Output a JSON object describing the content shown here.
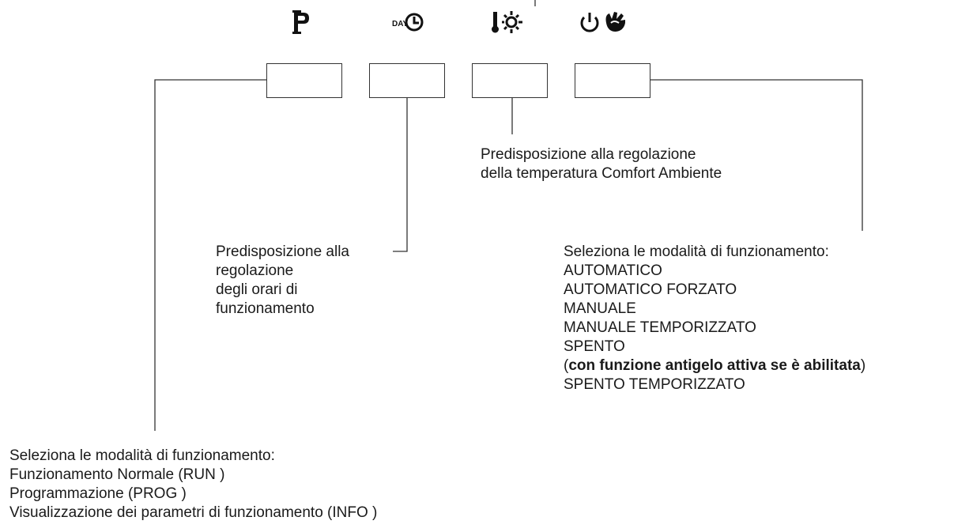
{
  "icons": [
    {
      "name": "prog-p-icon"
    },
    {
      "name": "day-clock-icon",
      "text": "DAY"
    },
    {
      "name": "thermometer-sun-icon"
    },
    {
      "name": "power-hand-icon"
    }
  ],
  "callouts": {
    "temperature": {
      "line1": "Predisposizione alla regolazione",
      "line2": "della temperatura Comfort Ambiente"
    },
    "schedule": {
      "line1": "Predisposizione alla",
      "line2": "regolazione",
      "line3": "degli orari di",
      "line4": "funzionamento"
    },
    "operating_mode": {
      "heading": "Seleziona le modalità di funzionamento:",
      "items": [
        "AUTOMATICO",
        "AUTOMATICO FORZATO",
        "MANUALE",
        "MANUALE TEMPORIZZATO",
        "SPENTO"
      ],
      "note_open": "(",
      "note_bold": "con funzione antigelo attiva se è abilitata",
      "note_close": ")",
      "last_item": "SPENTO TEMPORIZZATO"
    },
    "prog_mode": {
      "heading": "Seleziona le modalità di funzionamento:",
      "items": [
        "Funzionamento Normale (RUN )",
        "Programmazione (PROG )",
        "Visualizzazione dei parametri di funzionamento (INFO )"
      ]
    }
  }
}
